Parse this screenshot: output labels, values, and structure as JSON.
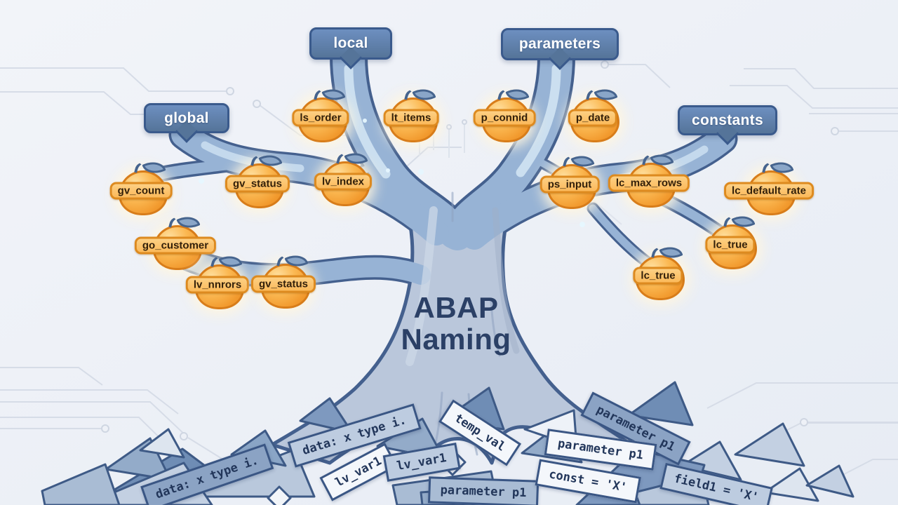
{
  "illustration": {
    "title_line1": "ABAP",
    "title_line2": "Naming"
  },
  "branch_labels": [
    {
      "label": "global"
    },
    {
      "label": "local"
    },
    {
      "label": "parameters"
    },
    {
      "label": "constants"
    }
  ],
  "fruits": [
    {
      "label": "ls_order",
      "branch": "local"
    },
    {
      "label": "lt_items",
      "branch": "local"
    },
    {
      "label": "p_connid",
      "branch": "parameters"
    },
    {
      "label": "p_date",
      "branch": "parameters"
    },
    {
      "label": "gv_count",
      "branch": "global"
    },
    {
      "label": "gv_status",
      "branch": "global"
    },
    {
      "label": "lv_index",
      "branch": "local"
    },
    {
      "label": "ps_input",
      "branch": "parameters"
    },
    {
      "label": "lc_max_rows",
      "branch": "constants"
    },
    {
      "label": "lc_default_rate",
      "branch": "constants"
    },
    {
      "label": "lc_true",
      "branch": "constants"
    },
    {
      "label": "lc_true",
      "branch": "constants"
    },
    {
      "label": "go_customer",
      "branch": "global"
    },
    {
      "label": "lv_nnrors",
      "branch": "global"
    },
    {
      "label": "gv_status",
      "branch": "global"
    }
  ],
  "fallen_cards": [
    {
      "text": "data: x type i."
    },
    {
      "text": "data: x type i."
    },
    {
      "text": "lv_var1"
    },
    {
      "text": "lv_var1"
    },
    {
      "text": "temp_val"
    },
    {
      "text": "parameter p1"
    },
    {
      "text": "parameter p1"
    },
    {
      "text": "parameter p1"
    },
    {
      "text": "const = 'X'"
    },
    {
      "text": "field1 = 'X'"
    }
  ],
  "colors": {
    "background": "#eef1f7",
    "banner_blue": "#5d80b2",
    "banner_border": "#3a5a8c",
    "branch_blue": "#97b3d5",
    "branch_outline": "#44608e",
    "trunk_gray_blue": "#bac7db",
    "fruit_orange": "#f7a63b",
    "fruit_band": "#fbbd62",
    "fruit_border": "#d87d1a",
    "card_border_navy": "#3a5684",
    "code_text_navy": "#22365a",
    "title_navy": "#2b4066",
    "circuit_gray": "#d6dce7"
  }
}
